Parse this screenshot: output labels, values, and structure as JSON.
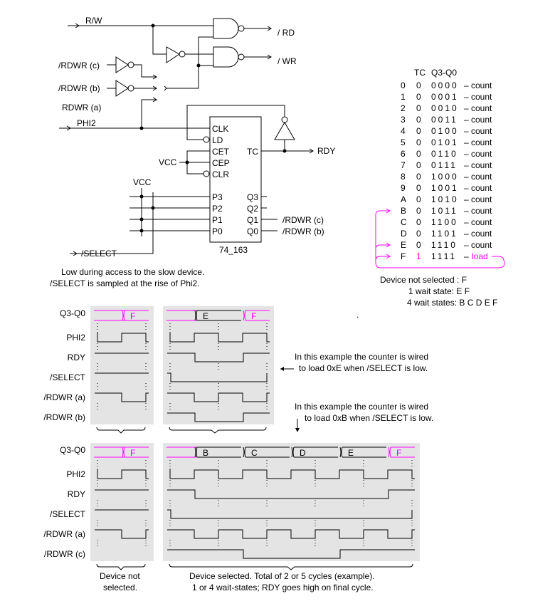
{
  "schematic": {
    "inputs": {
      "rw": "R/W",
      "rdwr_c": "/RDWR (c)",
      "rdwr_b": "/RDWR (b)",
      "rdwr_a": "RDWR (a)",
      "phi2": "PHI2",
      "select": "/SELECT"
    },
    "outputs": {
      "rd": "/ RD",
      "wr": "/ WR",
      "rdy": "RDY",
      "q1_out": "/RDWR (c)",
      "q0_out": "/RDWR (b)"
    },
    "chip": {
      "name": "74_163",
      "left_pins": [
        "CLK",
        "LD",
        "CET",
        "CEP",
        "CLR"
      ],
      "p_pins": [
        "P3",
        "P2",
        "P1",
        "P0"
      ],
      "right_pins": [
        "TC",
        "Q3",
        "Q2",
        "Q1",
        "Q0"
      ]
    },
    "vcc_1": "VCC",
    "vcc_2": "VCC",
    "note_line1": "Low during access to the slow device.",
    "note_line2": "/SELECT is sampled at the rise of Phi2."
  },
  "count_table": {
    "header_tc": "TC",
    "header_q": "Q3-Q0",
    "rows": [
      {
        "state": "0",
        "tc": "0",
        "q": "0000",
        "action": "– count"
      },
      {
        "state": "1",
        "tc": "0",
        "q": "0001",
        "action": "– count"
      },
      {
        "state": "2",
        "tc": "0",
        "q": "0010",
        "action": "– count"
      },
      {
        "state": "3",
        "tc": "0",
        "q": "0011",
        "action": "– count"
      },
      {
        "state": "4",
        "tc": "0",
        "q": "0100",
        "action": "– count"
      },
      {
        "state": "5",
        "tc": "0",
        "q": "0101",
        "action": "– count"
      },
      {
        "state": "6",
        "tc": "0",
        "q": "0110",
        "action": "– count"
      },
      {
        "state": "7",
        "tc": "0",
        "q": "0111",
        "action": "– count"
      },
      {
        "state": "8",
        "tc": "0",
        "q": "1000",
        "action": "– count"
      },
      {
        "state": "9",
        "tc": "0",
        "q": "1001",
        "action": "– count"
      },
      {
        "state": "A",
        "tc": "0",
        "q": "1010",
        "action": "– count"
      },
      {
        "state": "B",
        "tc": "0",
        "q": "1011",
        "action": "– count"
      },
      {
        "state": "C",
        "tc": "0",
        "q": "1100",
        "action": "– count"
      },
      {
        "state": "D",
        "tc": "0",
        "q": "1101",
        "action": "– count"
      },
      {
        "state": "E",
        "tc": "0",
        "q": "1110",
        "action": "– count"
      },
      {
        "state": "F",
        "tc": "1",
        "q": "1111",
        "action": "– load"
      }
    ],
    "summary": [
      "Device not selected : F",
      "1  wait  state:  E F",
      "4 wait  states:  B C D E F"
    ],
    "accent_color": "#ff00ff"
  },
  "timing": {
    "signal_labels_top": [
      "Q3-Q0",
      "PHI2",
      "RDY",
      "/SELECT",
      "/RDWR (a)",
      "/RDWR (b)"
    ],
    "signal_labels_bottom": [
      "Q3-Q0",
      "PHI2",
      "RDY",
      "/SELECT",
      "/RDWR (a)",
      "/RDWR (c)"
    ],
    "top_states_idle": [
      "F"
    ],
    "top_states_selected": [
      "E",
      "F"
    ],
    "bottom_states_idle": [
      "F"
    ],
    "bottom_states_selected": [
      "B",
      "C",
      "D",
      "E",
      "F"
    ],
    "note_e_line1": "In this example the counter is wired",
    "note_e_line2": "to load 0xE when /SELECT is low.",
    "note_b_line1": "In this example the counter is wired",
    "note_b_line2": "to load 0xB when /SELECT is low.",
    "caption_idle_1": "Device not",
    "caption_idle_2": "selected.",
    "caption_sel_1": "Device  selected.  Total of 2 or 5 cycles (example).",
    "caption_sel_2": "1 or 4 wait-states; RDY goes high on final cycle.",
    "stray_dot": "."
  }
}
